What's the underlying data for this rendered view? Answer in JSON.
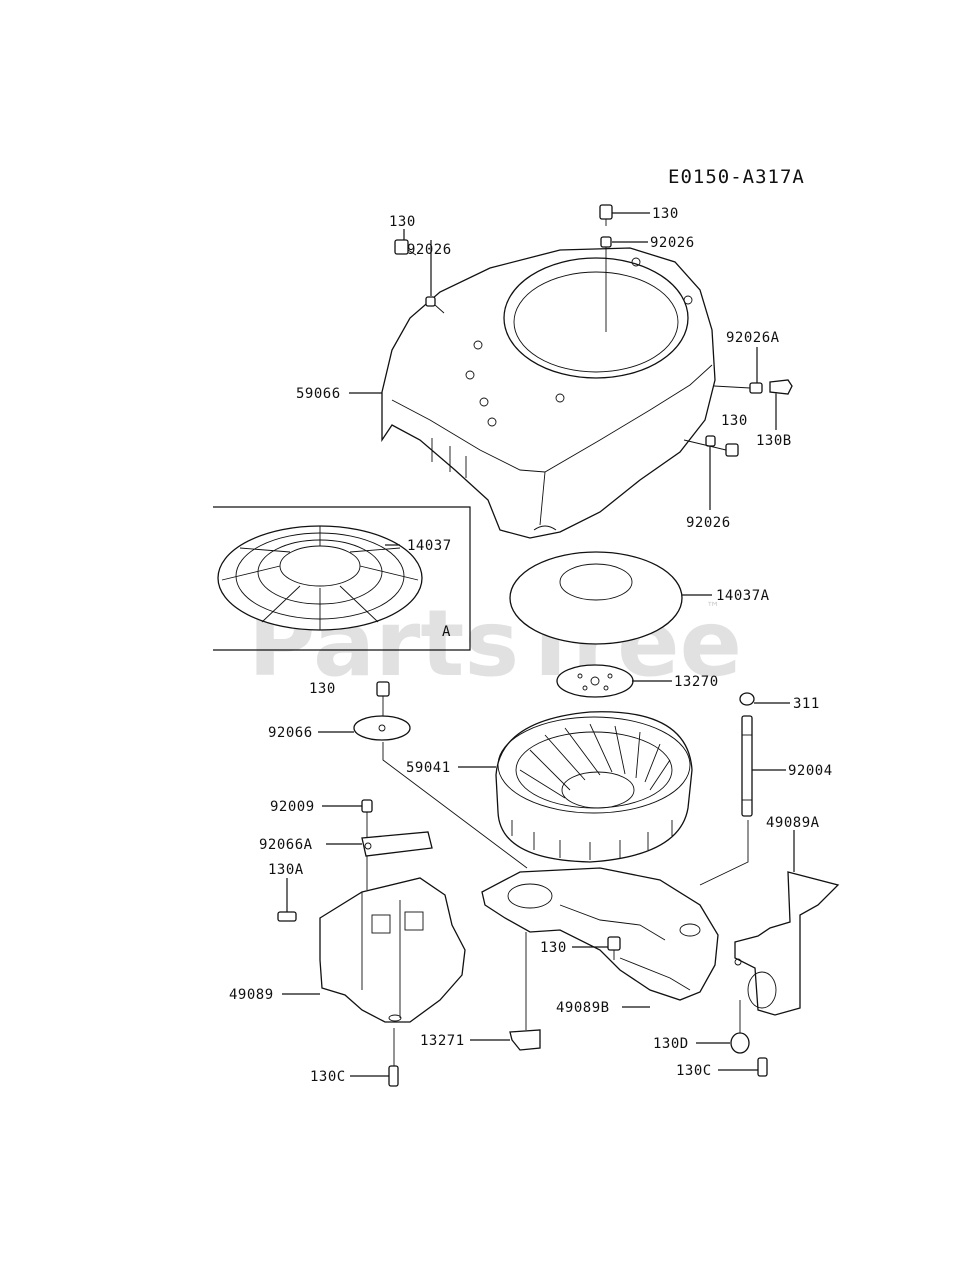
{
  "diagram_code": "E0150-A317A",
  "watermark": "PartsTree",
  "watermark_tm": "™",
  "inset_label": "A",
  "labels": {
    "l130_top_right": "130",
    "l92026_top_right": "92026",
    "l130_top_left": "130",
    "l92026_top_left": "92026",
    "l92026A": "92026A",
    "l59066": "59066",
    "l130_right": "130",
    "l130B": "130B",
    "l92026_lower": "92026",
    "l14037": "14037",
    "l14037A": "14037A",
    "l13270": "13270",
    "l130_mid": "130",
    "l311": "311",
    "l92066": "92066",
    "l59041": "59041",
    "l92004": "92004",
    "l92009": "92009",
    "l49089A": "49089A",
    "l92066A": "92066A",
    "l130A": "130A",
    "l130_lower": "130",
    "l49089": "49089",
    "l49089B": "49089B",
    "l13271": "13271",
    "l130D": "130D",
    "l130C_left": "130C",
    "l130C_right": "130C"
  }
}
